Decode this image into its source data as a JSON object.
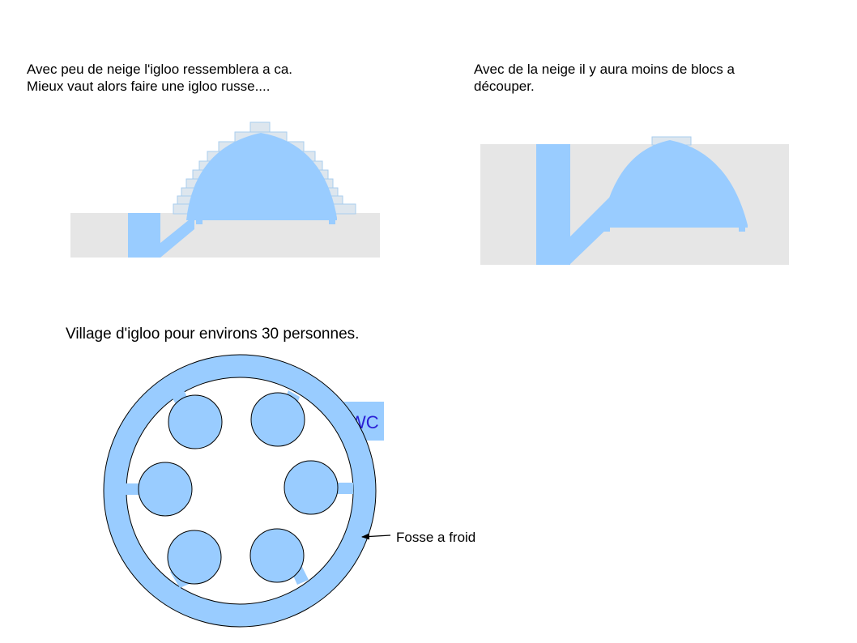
{
  "colors": {
    "ice_blue": "#99ccff",
    "snow_gray": "#e6e6e6",
    "block_fill": "#dde6ee",
    "block_stroke": "#a9cdee",
    "wc_text": "#2a1fd6",
    "outline": "#000000"
  },
  "diagram1": {
    "line1": "Avec peu de neige l'igloo ressemblera a ca.",
    "line2": "Mieux vaut alors faire une igloo russe...."
  },
  "diagram2": {
    "line1": "Avec de la neige il y aura moins de blocs a",
    "line2": "découper."
  },
  "village": {
    "title": "Village d'igloo pour environs 30 personnes.",
    "wc_label": "WC",
    "pointer_label": "Fosse a froid",
    "igloo_count": 6
  }
}
